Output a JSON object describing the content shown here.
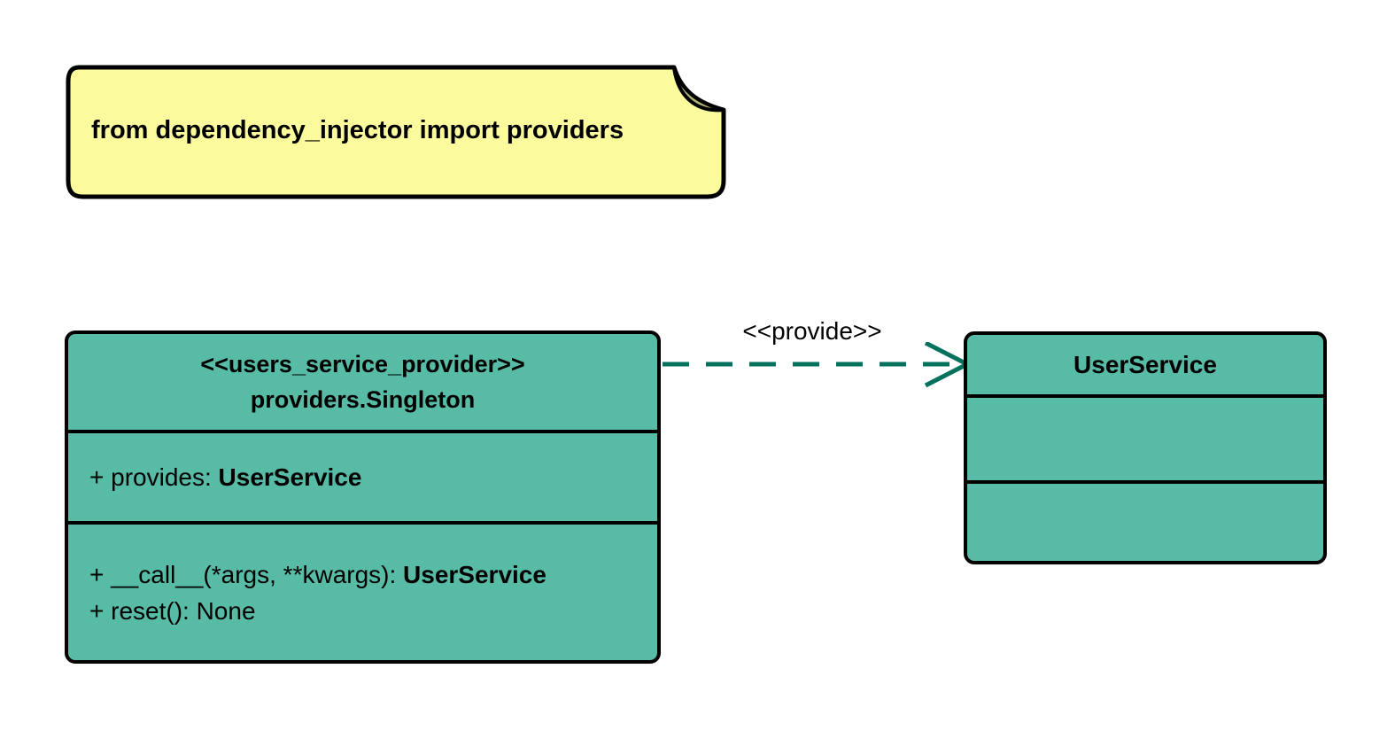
{
  "note": {
    "text": "from dependency_injector import providers"
  },
  "provider_class": {
    "stereotype": "<<users_service_provider>>",
    "name": "providers.Singleton",
    "attributes": [
      {
        "text": "+ provides: ",
        "type": "UserService"
      }
    ],
    "methods": [
      {
        "text": "+ __call__(*args, **kwargs): ",
        "type": "UserService"
      },
      {
        "text": "+ reset(): None",
        "type": ""
      }
    ]
  },
  "user_service_class": {
    "name": "UserService"
  },
  "arrow": {
    "label": "<<provide>>"
  },
  "colors": {
    "class_fill": "#57BBA6",
    "class_border": "#000000",
    "note_fill": "#FBFB9E",
    "note_fold": "#B3B371",
    "arrow_stroke": "#04715C",
    "text": "#000000",
    "background": "#FFFFFF"
  }
}
